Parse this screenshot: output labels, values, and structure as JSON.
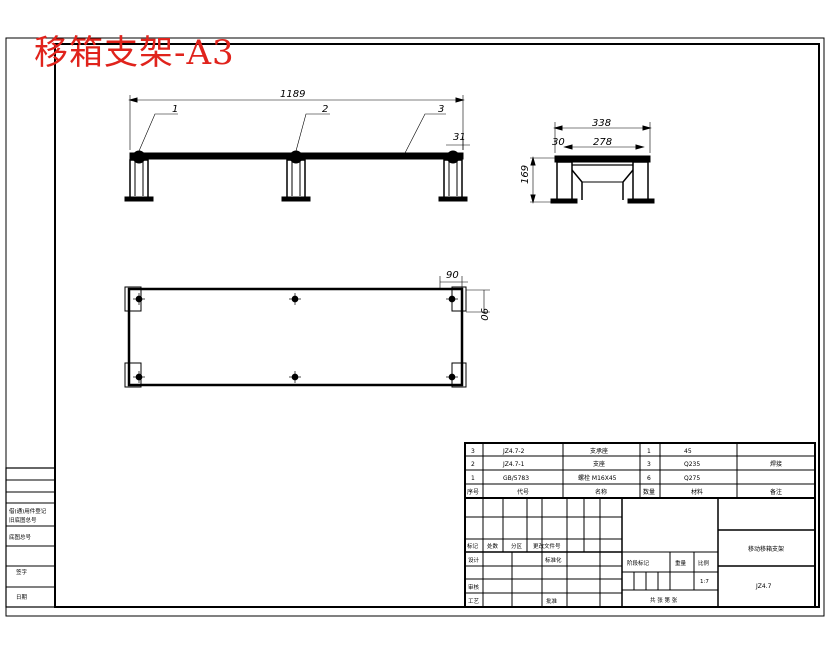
{
  "banner": "移箱支架-A3",
  "dimensions": {
    "front_length": "1189",
    "front_end": "31",
    "side_width": "338",
    "side_inner": "278",
    "side_offset": "30",
    "side_height": "169",
    "plan_x": "90",
    "plan_y": "90"
  },
  "callouts": [
    "1",
    "2",
    "3"
  ],
  "bom": {
    "rows": [
      {
        "no": "3",
        "code": "JZ4.7-2",
        "name": "支承座",
        "qty": "1",
        "material": "45",
        "note": ""
      },
      {
        "no": "2",
        "code": "JZ4.7-1",
        "name": "支座",
        "qty": "3",
        "material": "Q235",
        "note": "焊接"
      },
      {
        "no": "1",
        "code": "GB/5783",
        "name": "螺栓 M16X45",
        "qty": "6",
        "material": "Q275",
        "note": ""
      }
    ],
    "header": {
      "no": "序号",
      "code": "代号",
      "name": "名称",
      "qty": "数量",
      "material": "材料",
      "note": "备注"
    }
  },
  "title_block": {
    "labels": {
      "mark": "标记",
      "count": "处数",
      "zone": "分区",
      "change_doc": "更改文件号",
      "design": "设计",
      "standard": "标准化",
      "review": "审核",
      "process": "工艺",
      "approve": "批准",
      "stage_mark": "阶段标记",
      "weight": "重量",
      "scale": "比例",
      "sheets": "共 张 第 张"
    },
    "drawing_name": "移动移箱支架",
    "drawing_no": "JZ4.7",
    "scale_value": "1:7"
  },
  "left_strip": {
    "labels": [
      "借(通)用件登记",
      "旧底图总号",
      "底图总号",
      "签字",
      "日期"
    ]
  }
}
